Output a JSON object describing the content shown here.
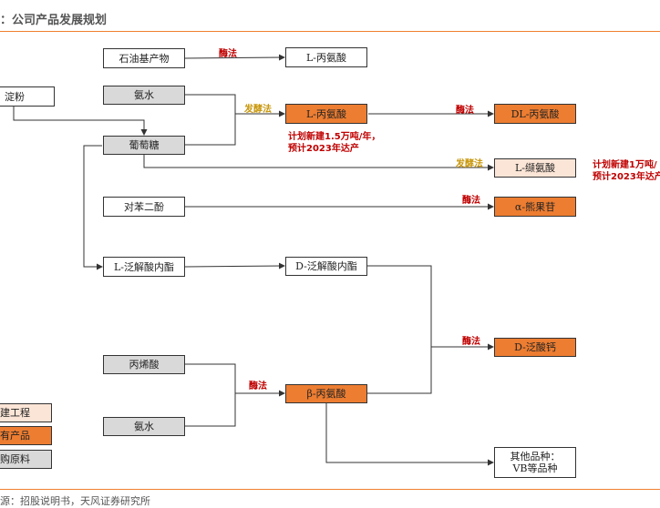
{
  "title": "：公司产品发展规划",
  "nodes": {
    "petroleum": "石油基产物",
    "starch": "淀粉",
    "ammonia_top": "氨水",
    "glucose": "葡萄糖",
    "hydroquinone": "对苯二酚",
    "pantolactone_l": "L-泛解酸内酯",
    "pantolactone_d": "D-泛解酸内酯",
    "acrylic_acid": "丙烯酸",
    "ammonia_bottom": "氨水",
    "alanine_l_top": "L-丙氨酸",
    "alanine_l": "L-丙氨酸",
    "alanine_dl": "DL-丙氨酸",
    "valine_l": "L-缬氨酸",
    "arbutin": "α-熊果苷",
    "pantothenate": "D-泛酸钙",
    "beta_alanine": "β-丙氨酸",
    "others_line1": "其他品种：",
    "others_line2": "VB等品种"
  },
  "edge_labels": {
    "enzyme_top": "酶法",
    "ferment_1": "发酵法",
    "enzyme_dl": "酶法",
    "ferment_2": "发酵法",
    "enzyme_arbutin": "酶法",
    "enzyme_pantothenate": "酶法",
    "enzyme_beta": "酶法"
  },
  "notes": {
    "alanine_plan_1": "计划新建1.5万吨/年，",
    "alanine_plan_2": "预计2023年达产",
    "valine_plan_1": "计划新建1万吨/",
    "valine_plan_2": "预计2023年达产"
  },
  "legend": {
    "new_project": "建工程",
    "existing_product": "有产品",
    "purchased_material": "购原料"
  },
  "source": "源：招股说明书，天风证券研究所",
  "colors": {
    "existing": "#ed7d31",
    "new_project": "#fbe5d6",
    "purchased": "#d9d9d9",
    "enzyme_label": "#c00000",
    "ferment_label": "#c8960a",
    "rule": "#f08030"
  }
}
